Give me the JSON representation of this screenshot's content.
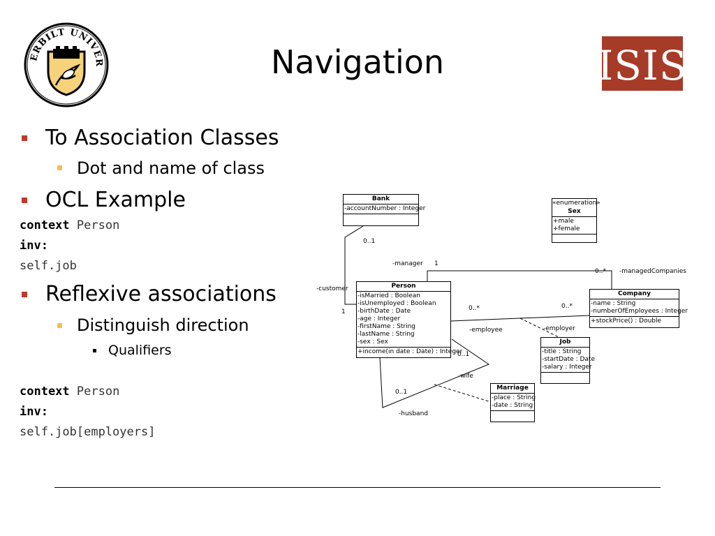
{
  "slide": {
    "title": "Navigation",
    "bullets": [
      {
        "text": "To Association Classes"
      },
      {
        "text": "Dot and name of class"
      },
      {
        "text": "OCL Example"
      },
      {
        "text": "Reflexive associations"
      },
      {
        "text": "Distinguish direction"
      },
      {
        "text": "Qualifiers"
      }
    ],
    "code1": {
      "kw1": "context",
      "arg1": " Person",
      "kw2": "inv:",
      "expr": "self.job"
    },
    "code2": {
      "kw1": "context",
      "arg1": " Person",
      "kw2": "inv:",
      "expr": "self.job[employers]"
    }
  },
  "logos": {
    "vanderbilt_text": "VANDERBILT UNIVERSITY",
    "isis_text": "ISIS"
  },
  "uml": {
    "bank": {
      "name": "Bank",
      "attrs": [
        "-accountNumber : Integer"
      ]
    },
    "sex": {
      "stereotype": "«enumeration»",
      "name": "Sex",
      "attrs": [
        "+male",
        "+female"
      ]
    },
    "person": {
      "name": "Person",
      "attrs": [
        "-isMarried : Boolean",
        "-isUnemployed : Boolean",
        "-birthDate : Date",
        "-age : Integer",
        "-firstName : String",
        "-lastName : String",
        "-sex : Sex"
      ],
      "ops": [
        "+income(in date : Date) : Integer"
      ]
    },
    "company": {
      "name": "Company",
      "attrs": [
        "-name : String",
        "-numberOfEmployees : Integer"
      ],
      "ops": [
        "+stockPrice() : Double"
      ]
    },
    "job": {
      "name": "Job",
      "attrs": [
        "-title : String",
        "-startDate : Date",
        "-salary : Integer"
      ]
    },
    "marriage": {
      "name": "Marriage",
      "attrs": [
        "-place : String",
        "-date : String"
      ]
    },
    "labels": {
      "bank_mult": "0..1",
      "manager": "-manager",
      "manager_mult": "1",
      "managed_mult": "0..*",
      "managedCompanies": "-managedCompanies",
      "customer": "-customer",
      "customer_mult": "1",
      "emp_mult1": "0..*",
      "emp_mult2": "0..*",
      "employee": "-employee",
      "employer": "-employer",
      "wife_mult": "0..1",
      "wife": "-wife",
      "husband_mult": "0..1",
      "husband": "-husband"
    }
  },
  "colors": {
    "bullet_l1": "#c0392b",
    "bullet_l2": "#f2c04e",
    "isis_bg": "#a63b28",
    "vandy_gold": "#f6d27a"
  }
}
